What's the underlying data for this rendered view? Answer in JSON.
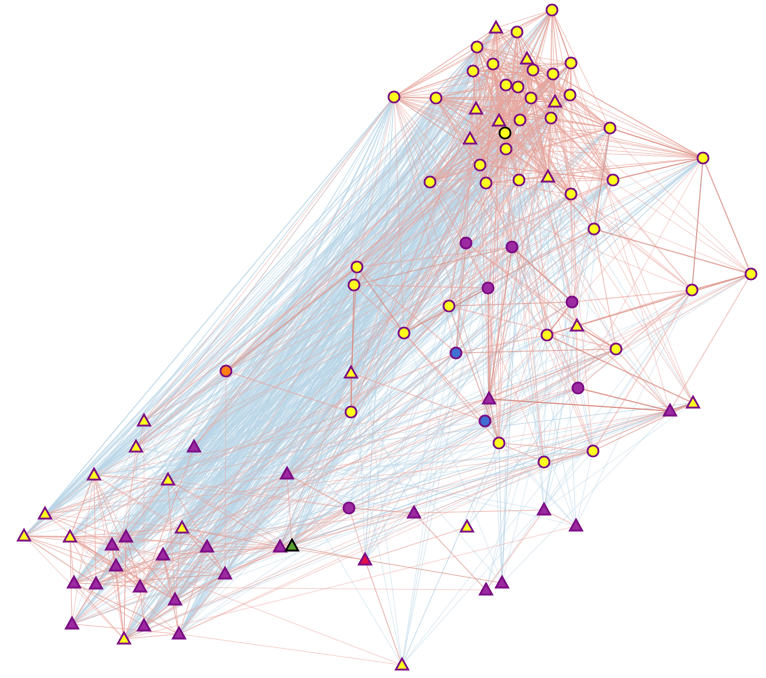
{
  "diagram": {
    "type": "network-graph",
    "colors": {
      "background": "#ffffff",
      "edge_blue": "#b9d4e6",
      "edge_red": "#e8a39a",
      "edge_red_strong": "#d98a80",
      "node_yellow": "#ffff1e",
      "node_purple": "#9c2aa0",
      "node_stroke": "#7a0a84",
      "node_orange": "#ff7f0e",
      "node_blue": "#3f6fd0",
      "node_green": "#5aa02c",
      "node_red": "#e6114c"
    },
    "node_kinds": [
      "circle",
      "triangle"
    ],
    "legend": null
  }
}
